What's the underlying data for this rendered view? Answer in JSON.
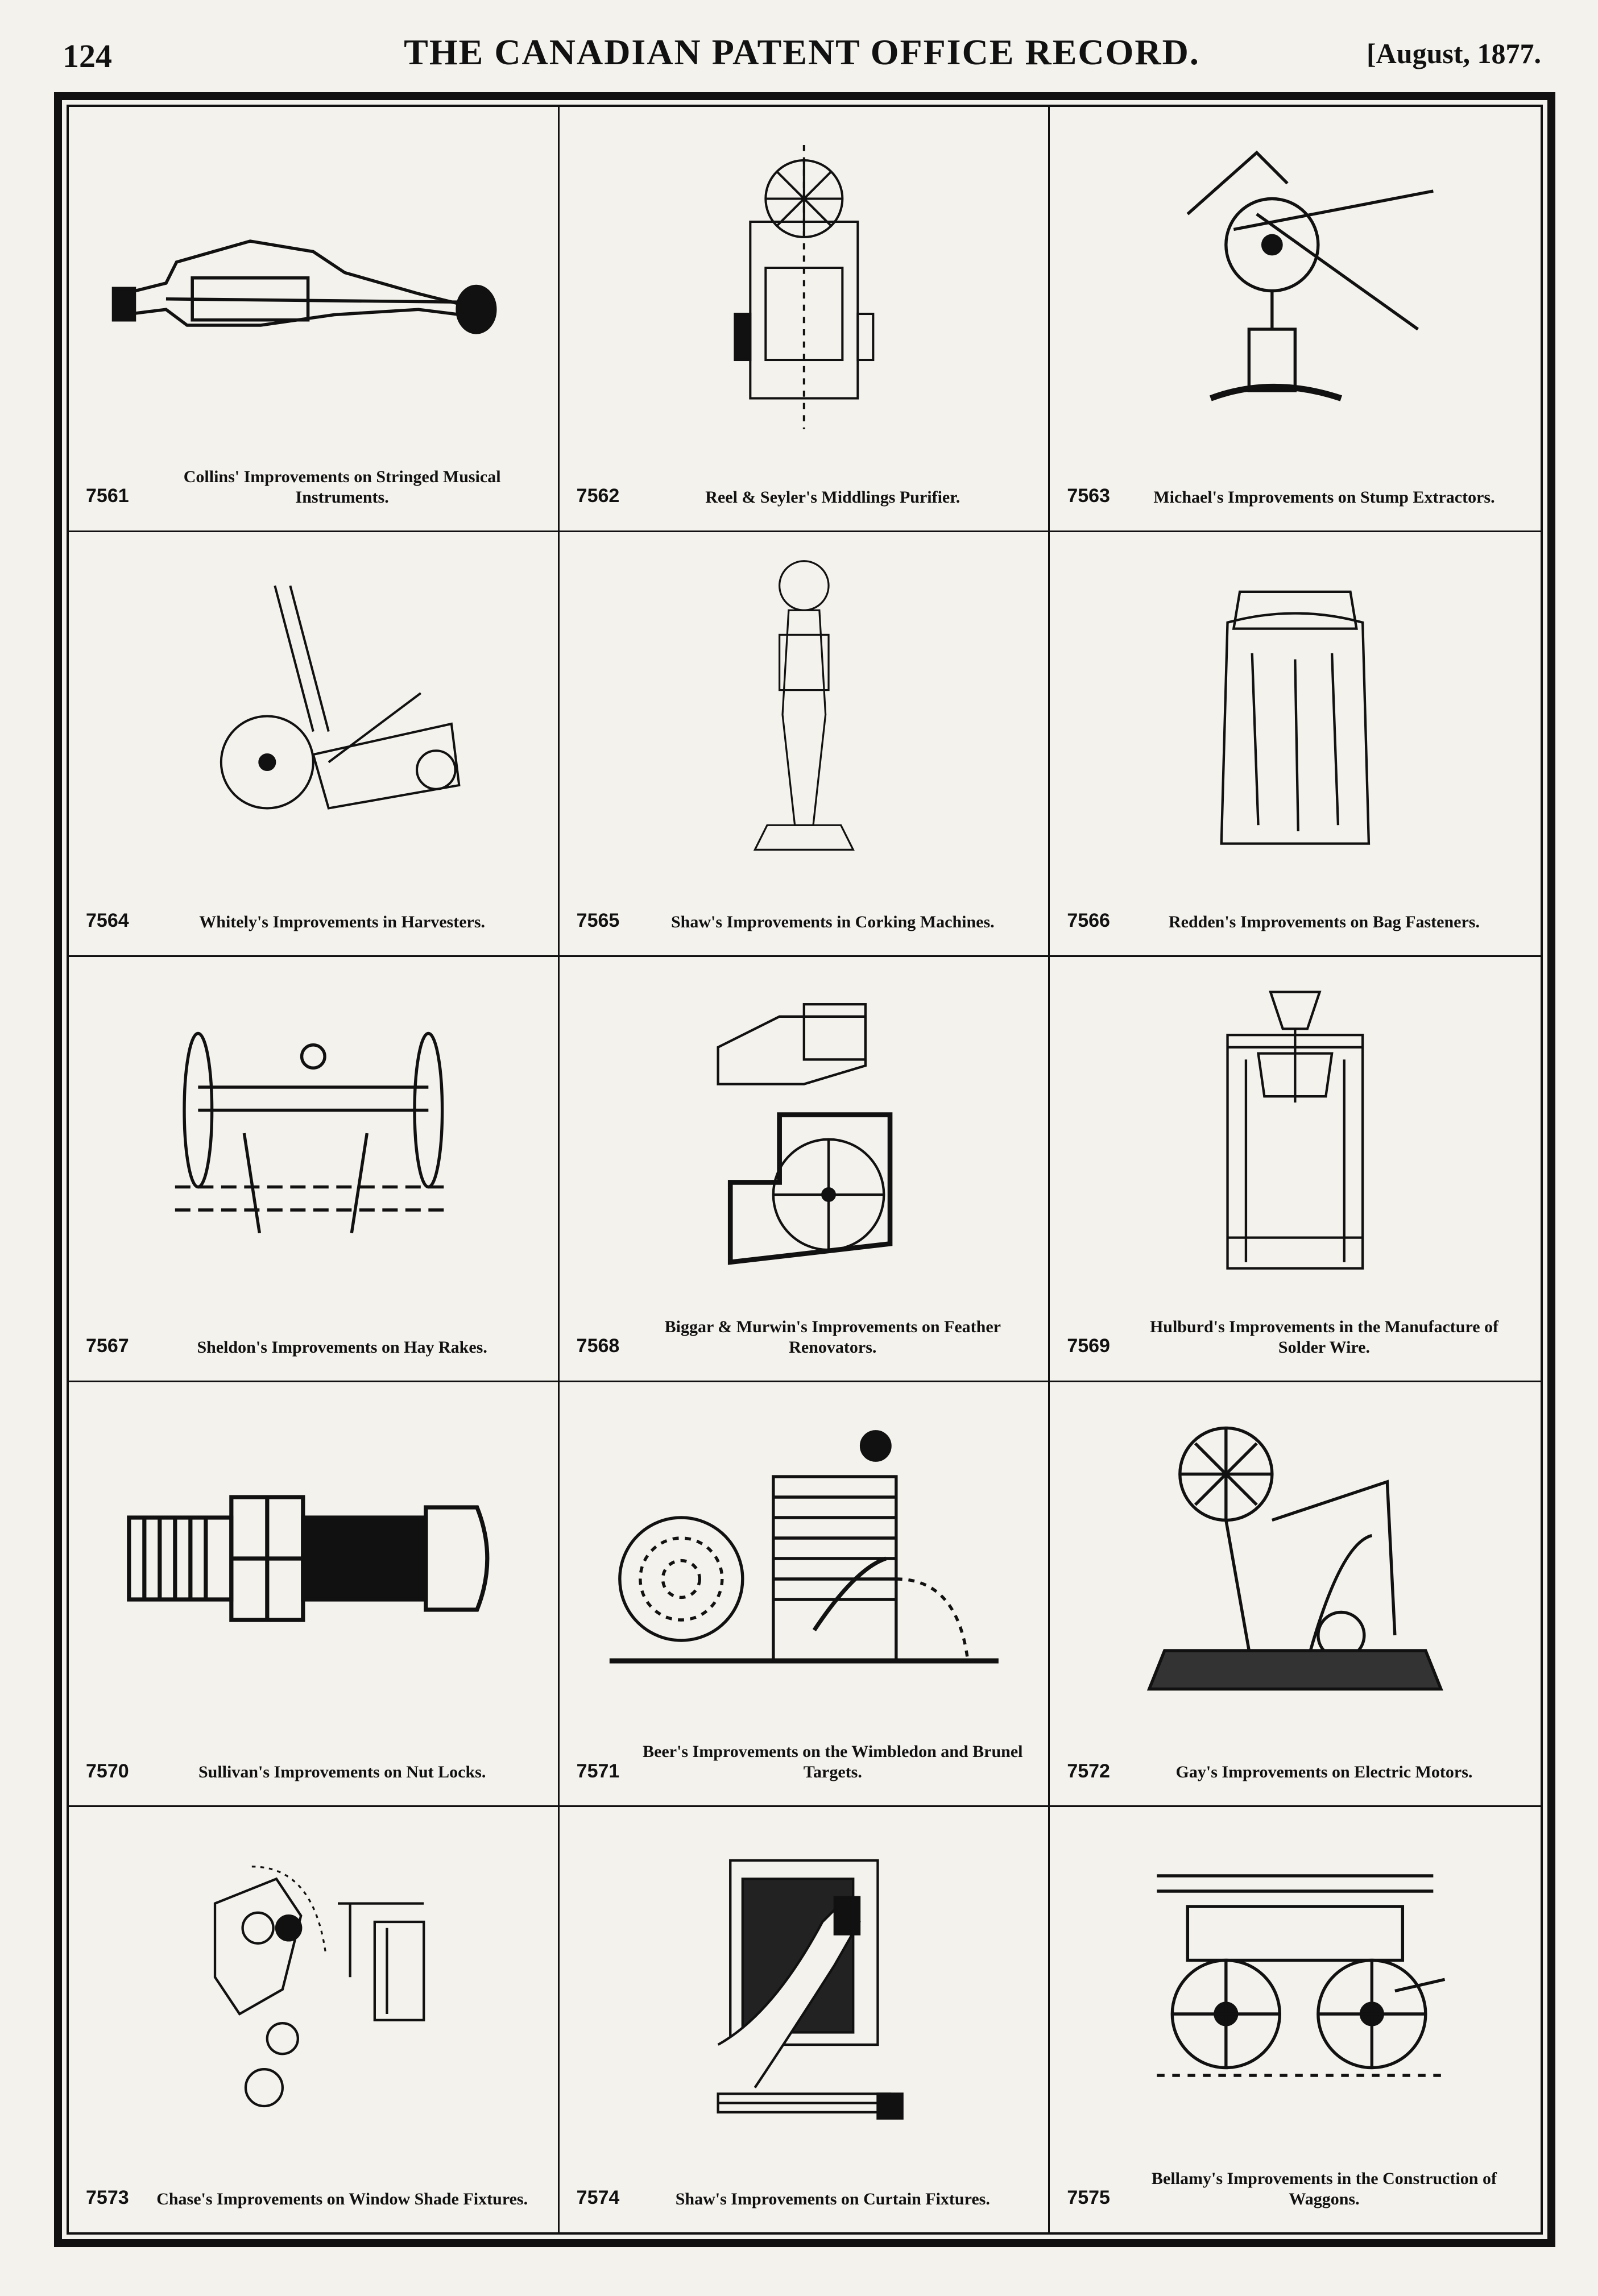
{
  "header": {
    "page_number": "124",
    "title": "THE CANADIAN PATENT OFFICE RECORD.",
    "date": "[August, 1877."
  },
  "patents": [
    {
      "number": "7561",
      "title": "Collins' Improvements on Stringed Musical Instruments.",
      "icon": "violin-icon"
    },
    {
      "number": "7562",
      "title": "Reel & Seyler's Middlings Purifier.",
      "icon": "purifier-machine-icon"
    },
    {
      "number": "7563",
      "title": "Michael's Improvements on Stump Extractors.",
      "icon": "stump-extractor-icon"
    },
    {
      "number": "7564",
      "title": "Whitely's Improvements in Harvesters.",
      "icon": "harvester-icon"
    },
    {
      "number": "7565",
      "title": "Shaw's Improvements in Corking Machines.",
      "icon": "corking-machine-icon"
    },
    {
      "number": "7566",
      "title": "Redden's Improvements on Bag Fasteners.",
      "icon": "bag-icon"
    },
    {
      "number": "7567",
      "title": "Sheldon's Improvements on Hay Rakes.",
      "icon": "hay-rake-icon"
    },
    {
      "number": "7568",
      "title": "Biggar & Murwin's Improvements on Feather Renovators.",
      "icon": "feather-renovator-icon"
    },
    {
      "number": "7569",
      "title": "Hulburd's Improvements in the Manufacture of Solder Wire.",
      "icon": "solder-vessel-icon"
    },
    {
      "number": "7570",
      "title": "Sullivan's Improvements on Nut Locks.",
      "icon": "bolt-nut-icon"
    },
    {
      "number": "7571",
      "title": "Beer's Improvements on the Wimbledon and Brunel Targets.",
      "icon": "target-icon"
    },
    {
      "number": "7572",
      "title": "Gay's Improvements on Electric Motors.",
      "icon": "electric-motor-icon"
    },
    {
      "number": "7573",
      "title": "Chase's Improvements on Window Shade Fixtures.",
      "icon": "shade-fixture-icon"
    },
    {
      "number": "7574",
      "title": "Shaw's Improvements on Curtain Fixtures.",
      "icon": "curtain-fixture-icon"
    },
    {
      "number": "7575",
      "title": "Bellamy's Improvements in the Construction of Waggons.",
      "icon": "wagon-icon"
    }
  ]
}
